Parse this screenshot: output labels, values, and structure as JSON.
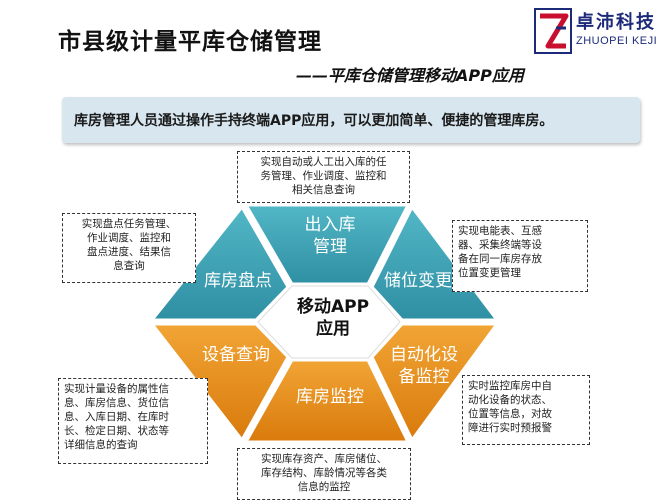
{
  "header": {
    "title": "市县级计量平库仓储管理",
    "subtitle": "——平库仓储管理移动APP应用"
  },
  "logo": {
    "name_cn": "卓沛科技",
    "name_en": "ZHUOPEI KEJI"
  },
  "banner": {
    "text": "库房管理人员通过操作手持终端APP应用，可以更加简单、便捷的管理库房。"
  },
  "hexagon": {
    "center": [
      "移动APP",
      "应用"
    ],
    "segments": {
      "top": [
        "出入库",
        "管理"
      ],
      "upper_right": [
        "储位变更"
      ],
      "lower_right": [
        "自动化设",
        "备监控"
      ],
      "bottom": [
        "库房监控"
      ],
      "lower_left": [
        "设备查询"
      ],
      "upper_left": [
        "库房盘点"
      ]
    }
  },
  "notes": {
    "top": [
      "实现自动或人工出入库的任",
      "务管理、作业调度、监控和",
      "相关信息查询"
    ],
    "left_top": [
      "实现盘点任务管理、",
      "作业调度、监控和",
      "盘点进度、结果信",
      "息查询"
    ],
    "right_top": [
      "实现电能表、互感",
      "器、采集终端等设",
      "备在同一库房存放",
      "位置变更管理"
    ],
    "left_bottom": [
      "实现计量设备的属性信",
      "息、库房信息、货位信",
      "息、入库日期、在库时",
      "长、检定日期、状态等",
      "详细信息的查询"
    ],
    "right_bottom": [
      "实时监控库房中自",
      "动化设备的状态、",
      "位置等信息，对故",
      "障进行实时预报警"
    ],
    "bottom": [
      "实现库存资产、库房储位、",
      "库存结构、库龄情况等各类",
      "信息的监控"
    ]
  },
  "colors": {
    "teal": "#3aa1b3",
    "orange": "#e8901a",
    "banner_bg": "#d7e6ef",
    "logo_blue": "#1d2a7a",
    "logo_red": "#c8102e"
  }
}
